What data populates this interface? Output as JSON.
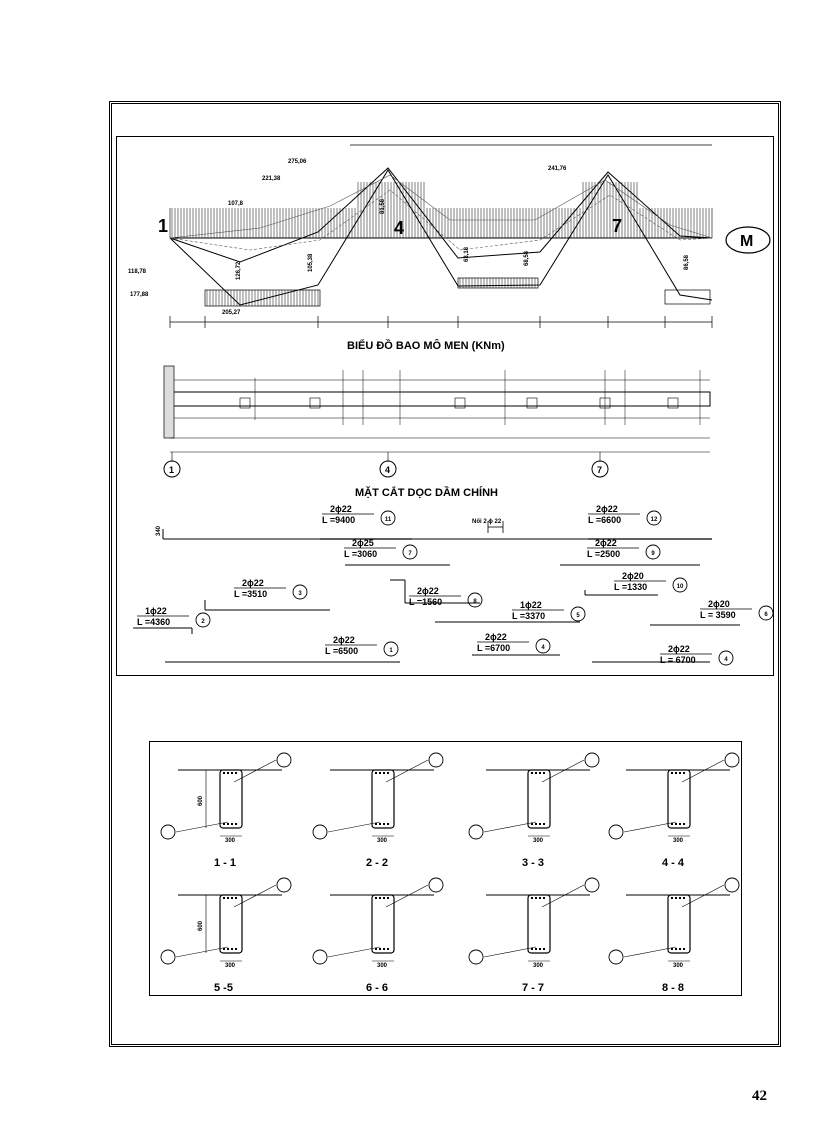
{
  "moment_diagram": {
    "title": "BIỂU ĐỒ BAO MÔ MEN (KNm)",
    "marker": "M",
    "support_labels": [
      "1",
      "4",
      "7"
    ],
    "values": [
      "275,06",
      "221,38",
      "241,76",
      "205,27",
      "177,88",
      "118,78",
      "107,8",
      "126,72",
      "105,38",
      "86,58",
      "63,18",
      "68,58",
      "81,58"
    ]
  },
  "section_drawing": {
    "title": "MẶT CẮT DỌC DẦM CHÍNH",
    "axis_labels": [
      "1",
      "4",
      "7"
    ]
  },
  "bars": [
    {
      "spec": "2ϕ22",
      "length": "L =9400",
      "num": "11"
    },
    {
      "spec": "2ϕ22",
      "length": "L =6600",
      "num": "12"
    },
    {
      "spec": "2ϕ25",
      "length": "L =3060",
      "num": "7"
    },
    {
      "spec": "2ϕ22",
      "length": "L =2500",
      "num": "9"
    },
    {
      "spec": "2ϕ22",
      "length": "L =3510",
      "num": "3"
    },
    {
      "spec": "2ϕ20",
      "length": "L =1330",
      "num": "10"
    },
    {
      "spec": "2ϕ22",
      "length": "L =1560",
      "num": "8"
    },
    {
      "spec": "1ϕ22",
      "length": "L =4360",
      "num": "2"
    },
    {
      "spec": "1ϕ22",
      "length": "L =3370",
      "num": "5"
    },
    {
      "spec": "2ϕ20",
      "length": "L = 3590",
      "num": "6"
    },
    {
      "spec": "2ϕ22",
      "length": "L =6500",
      "num": "1"
    },
    {
      "spec": "2ϕ22",
      "length": "L =6700",
      "num": "4"
    },
    {
      "spec": "2ϕ22",
      "length": "L = 6700",
      "num": "4"
    }
  ],
  "bar_note": "Nối 2 ϕ 22",
  "cross_sections": [
    {
      "label": "1 - 1"
    },
    {
      "label": "2 - 2"
    },
    {
      "label": "3 - 3"
    },
    {
      "label": "4 - 4"
    },
    {
      "label": "5 -5"
    },
    {
      "label": "6 - 6"
    },
    {
      "label": "7 - 7"
    },
    {
      "label": "8 - 8"
    }
  ],
  "section_dims": {
    "height": "600",
    "width": "300"
  },
  "page_number": "42"
}
